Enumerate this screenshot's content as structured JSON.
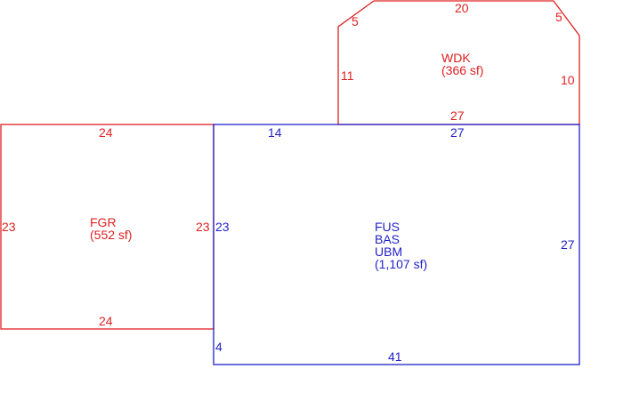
{
  "colors": {
    "red": "#e02020",
    "blue": "#1f1fc8"
  },
  "areas": {
    "wdk": {
      "code": "WDK",
      "area": "(366 sf)",
      "dims": {
        "top": "20",
        "top_left_corner": "5",
        "top_right_corner": "5",
        "left": "11",
        "right": "10",
        "bottom": "27"
      }
    },
    "fgr": {
      "code": "FGR",
      "area": "(552 sf)",
      "dims": {
        "top": "24",
        "bottom": "24",
        "left": "23",
        "right": "23"
      }
    },
    "main": {
      "codes": [
        "FUS",
        "BAS",
        "UBM"
      ],
      "area": "(1,107 sf)",
      "dims": {
        "top_left": "14",
        "top_right": "27",
        "left": "23",
        "right": "27",
        "bottom": "41",
        "bottom_left": "4"
      }
    }
  }
}
